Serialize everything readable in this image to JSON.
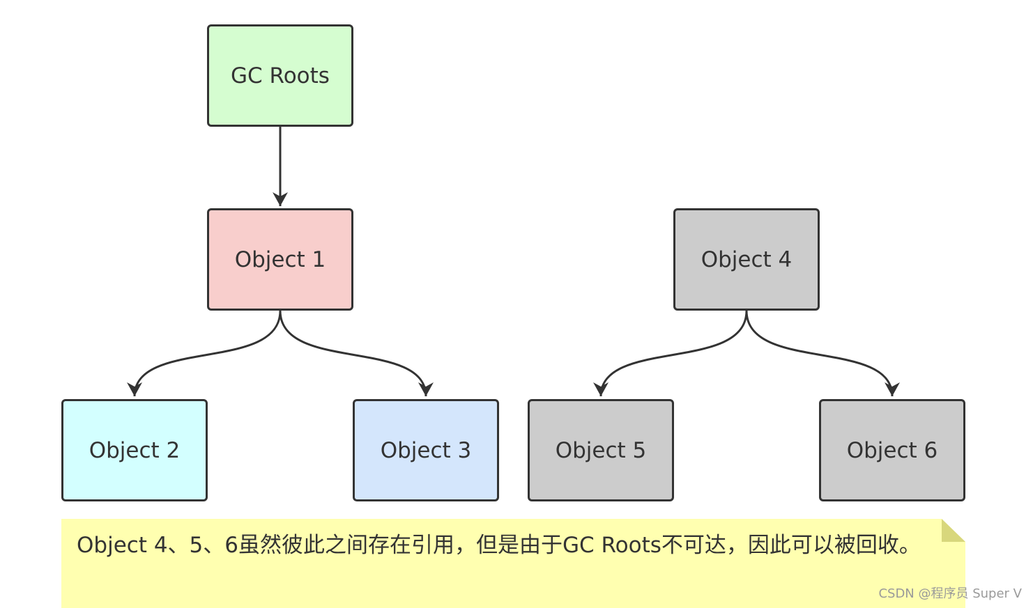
{
  "colors": {
    "root_fill": "#d5fdd0",
    "object1_fill": "#f8cecc",
    "object2_fill": "#d3ffff",
    "object3_fill": "#d4e6fc",
    "unreachable_fill": "#cccccc",
    "border": "#333333",
    "note_fill": "#ffffb0"
  },
  "nodes": {
    "gc_roots": "GC Roots",
    "object1": "Object 1",
    "object2": "Object 2",
    "object3": "Object 3",
    "object4": "Object 4",
    "object5": "Object 5",
    "object6": "Object 6"
  },
  "note": {
    "text": "Object 4、5、6虽然彼此之间存在引用，但是由于GC Roots不可达，因此可以被回收。"
  },
  "watermark": "CSDN @程序员 Super V"
}
